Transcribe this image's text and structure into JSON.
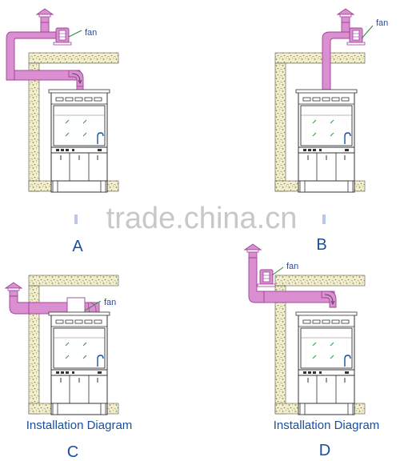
{
  "panels": [
    {
      "letter": "A",
      "fan_label": "fan",
      "caption": ""
    },
    {
      "letter": "B",
      "fan_label": "fan",
      "caption": ""
    },
    {
      "letter": "C",
      "fan_label": "fan",
      "caption": "Installation Diagram"
    },
    {
      "letter": "D",
      "fan_label": "fan",
      "caption": "Installation Diagram"
    }
  ],
  "watermark": "trade.china.cn",
  "colors": {
    "duct": "#d98fd0",
    "duct_stroke": "#a0409a",
    "wall_fill": "#f2eec8",
    "wall_speck": "#9a9070",
    "label_blue": "#1a4fa0",
    "fan_text": "#2a4a9a",
    "watermark": "#c8c8c8"
  }
}
